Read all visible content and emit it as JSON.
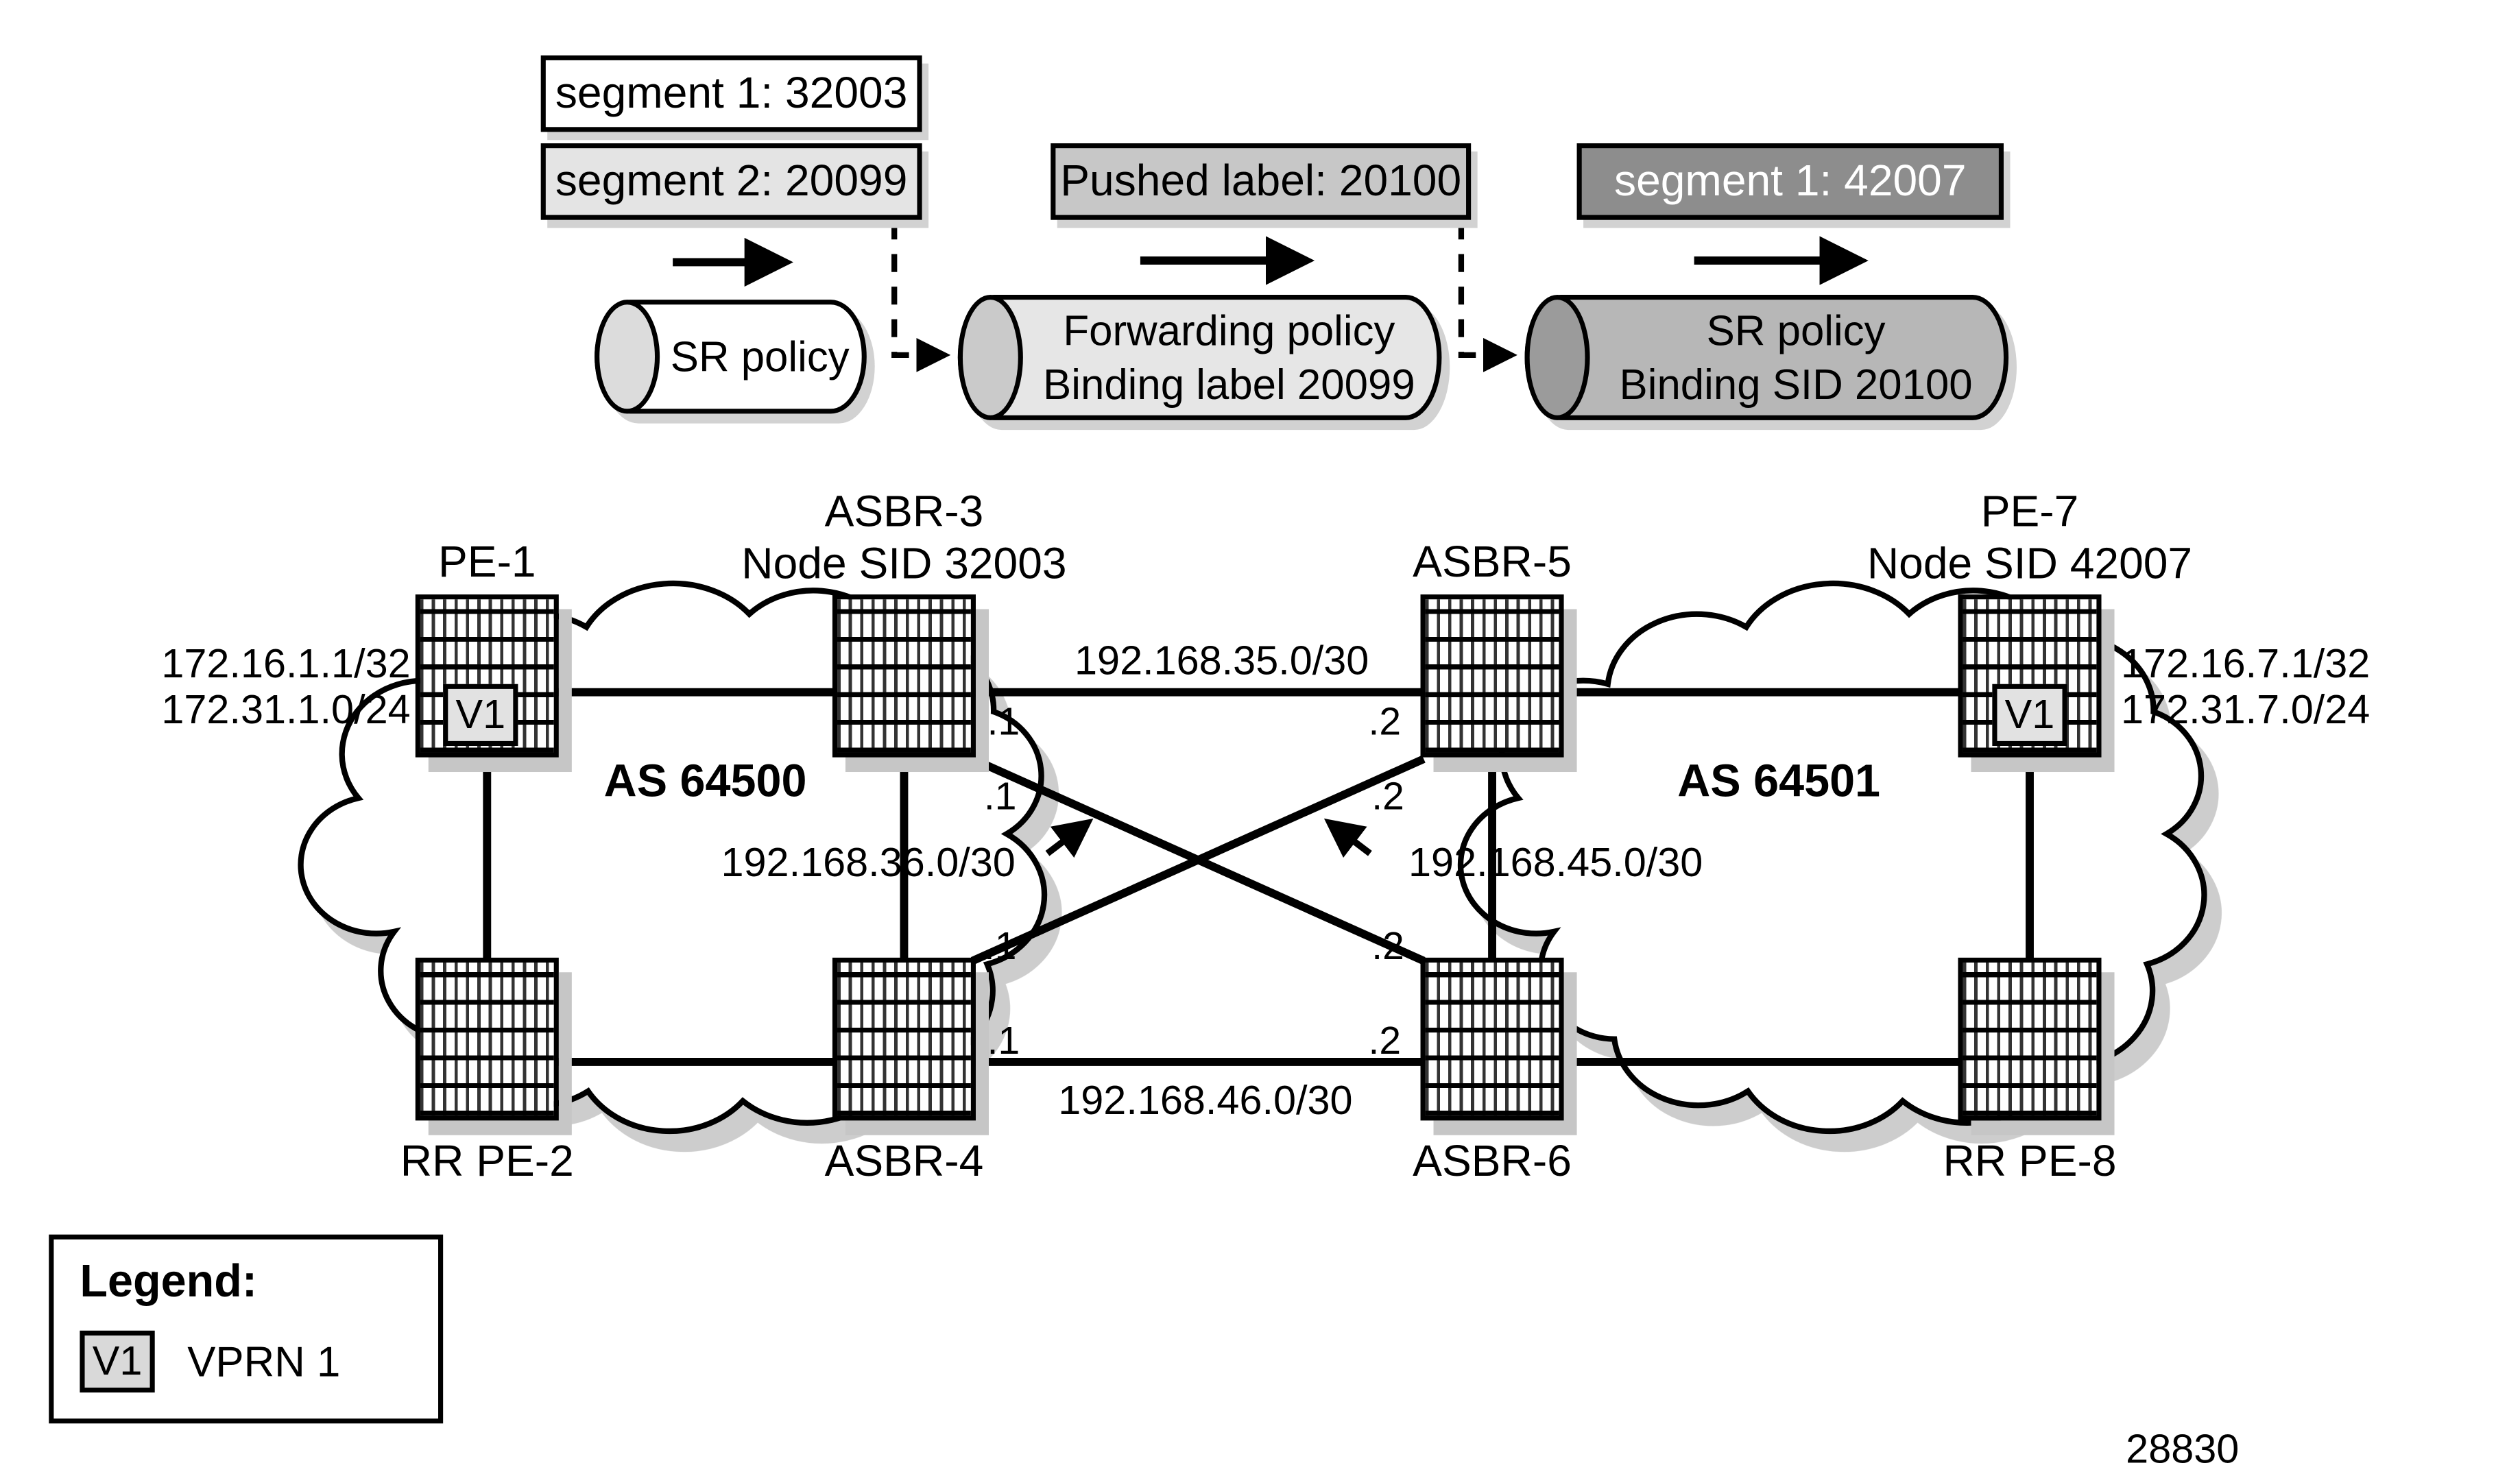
{
  "flow": {
    "segment_box_1": "segment 1: 32003",
    "segment_box_2": "segment 2: 20099",
    "pushed_label_box": "Pushed label: 20100",
    "segment_box_3": "segment 1: 42007",
    "cyl_sr_policy_left": {
      "line1": "SR policy"
    },
    "cyl_forwarding_policy": {
      "line1": "Forwarding policy",
      "line2": "Binding label 20099"
    },
    "cyl_sr_policy_right": {
      "line1": "SR policy",
      "line2": "Binding SID 20100"
    }
  },
  "network": {
    "as_left": "AS 64500",
    "as_right": "AS 64501",
    "routers": {
      "pe1": {
        "label": "PE-1",
        "vprn_badge": "V1"
      },
      "asbr3": {
        "label": "ASBR-3",
        "sublabel": "Node SID 32003"
      },
      "asbr5": {
        "label": "ASBR-5"
      },
      "pe7": {
        "label": "PE-7",
        "sublabel": "Node SID 42007",
        "vprn_badge": "V1"
      },
      "rr_pe2": {
        "label": "RR PE-2"
      },
      "asbr4": {
        "label": "ASBR-4"
      },
      "asbr6": {
        "label": "ASBR-6"
      },
      "rr_pe8": {
        "label": "RR PE-8"
      }
    },
    "addresses": {
      "pe1_system": "172.16.1.1/32",
      "pe1_vprn": "172.31.1.0/24",
      "pe7_system": "172.16.7.1/32",
      "pe7_vprn": "172.31.7.0/24",
      "link_asbr3_asbr5": "192.168.35.0/30",
      "link_asbr3_asbr6": "192.168.36.0/30",
      "link_asbr4_asbr5": "192.168.45.0/30",
      "link_asbr4_asbr6": "192.168.46.0/30",
      "if_dot1": ".1",
      "if_dot2": ".2"
    }
  },
  "legend": {
    "title": "Legend:",
    "badge": "V1",
    "badge_label": "VPRN 1"
  },
  "figure_number": "28830",
  "colors": {
    "box_white": "#ffffff",
    "box_light_gray": "#e4e4e4",
    "box_mid_gray": "#c7c7c7",
    "box_dark_gray": "#8d8d8d",
    "cylinder_light_gray": "#e6e6e6",
    "cylinder_mid_gray": "#b7b7b7"
  }
}
